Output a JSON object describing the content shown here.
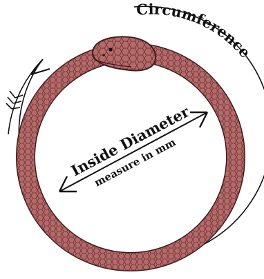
{
  "labels": {
    "circumference": "Circumference",
    "inside_diameter": "Inside Diameter",
    "measure_note": "measure in mm"
  },
  "colors": {
    "background": "#ffffff",
    "snake_body": "#b56a6a",
    "snake_scales": "#6f3434",
    "outline": "#111111"
  },
  "icons": {
    "snake": "ouroboros-snake-icon",
    "circumference_arrow": "circular-arrow-icon",
    "diameter_arrow": "double-headed-arrow-icon"
  }
}
